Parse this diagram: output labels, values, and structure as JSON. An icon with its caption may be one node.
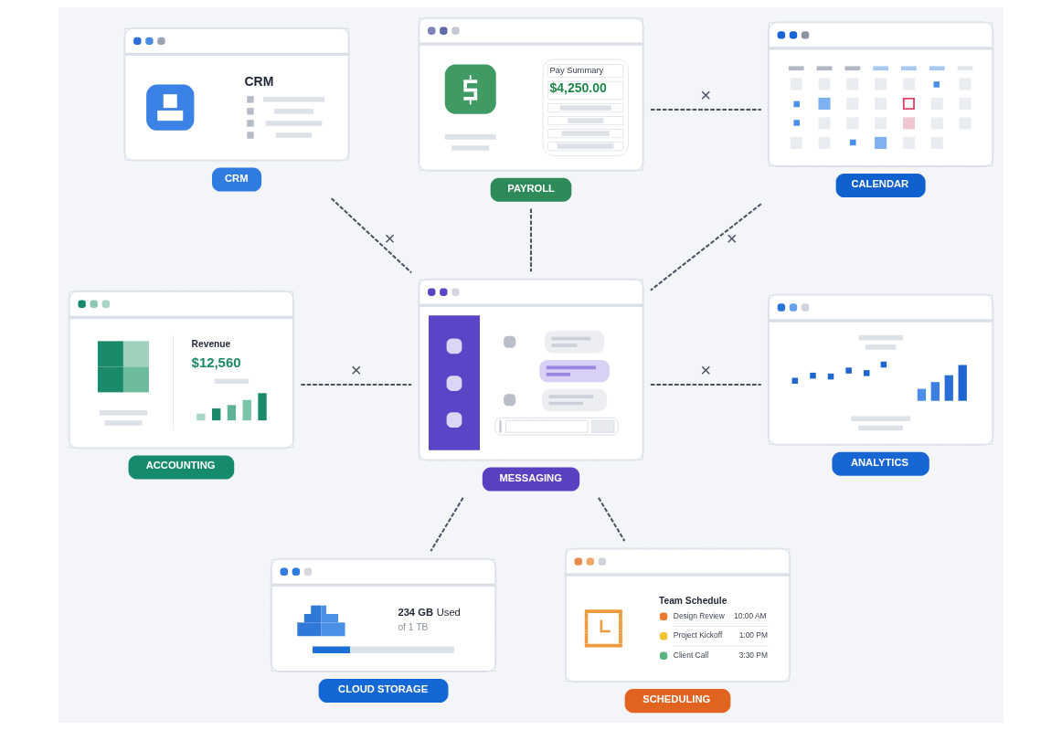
{
  "diagram": {
    "nodes": [
      {
        "text": [
          "CRM",
          "CRM"
        ]
      },
      {
        "text": [
          "Pay Summary",
          "$4,250.00",
          "PAYROLL"
        ]
      },
      {
        "text": [
          "CALENDAR"
        ]
      },
      {
        "text": [
          "Revenue",
          "$12,560",
          "ACCOUNTING"
        ]
      },
      {
        "text": [
          "MESSAGING"
        ]
      },
      {
        "text": [
          "ANALYTICS"
        ]
      },
      {
        "text": [
          "**234 GB** Used",
          "of 1 TB",
          "CLOUD STORAGE"
        ]
      },
      {
        "text": [
          "Team Schedule",
          "Design Review",
          "10:00 AM",
          "Project Kickoff",
          "1:00 PM",
          "Client Call",
          "3:30 PM",
          "SCHEDULING"
        ]
      }
    ],
    "edges": [
      {
        "from": 0,
        "to": 4,
        "arrow": "none",
        "style": "dashed",
        "label": "×"
      },
      {
        "from": 1,
        "to": 4,
        "arrow": "none",
        "style": "dashed"
      },
      {
        "from": 1,
        "to": 2,
        "arrow": "none",
        "style": "dashed",
        "label": "×"
      },
      {
        "from": 2,
        "to": 4,
        "arrow": "none",
        "style": "dashed",
        "label": "×"
      },
      {
        "from": 3,
        "to": 4,
        "arrow": "none",
        "style": "dashed",
        "label": "×"
      },
      {
        "from": 4,
        "to": 5,
        "arrow": "none",
        "style": "dashed",
        "label": "×"
      },
      {
        "from": 4,
        "to": 6,
        "arrow": "none",
        "style": "dashed"
      },
      {
        "from": 4,
        "to": 7,
        "arrow": "none",
        "style": "dashed"
      }
    ]
  }
}
